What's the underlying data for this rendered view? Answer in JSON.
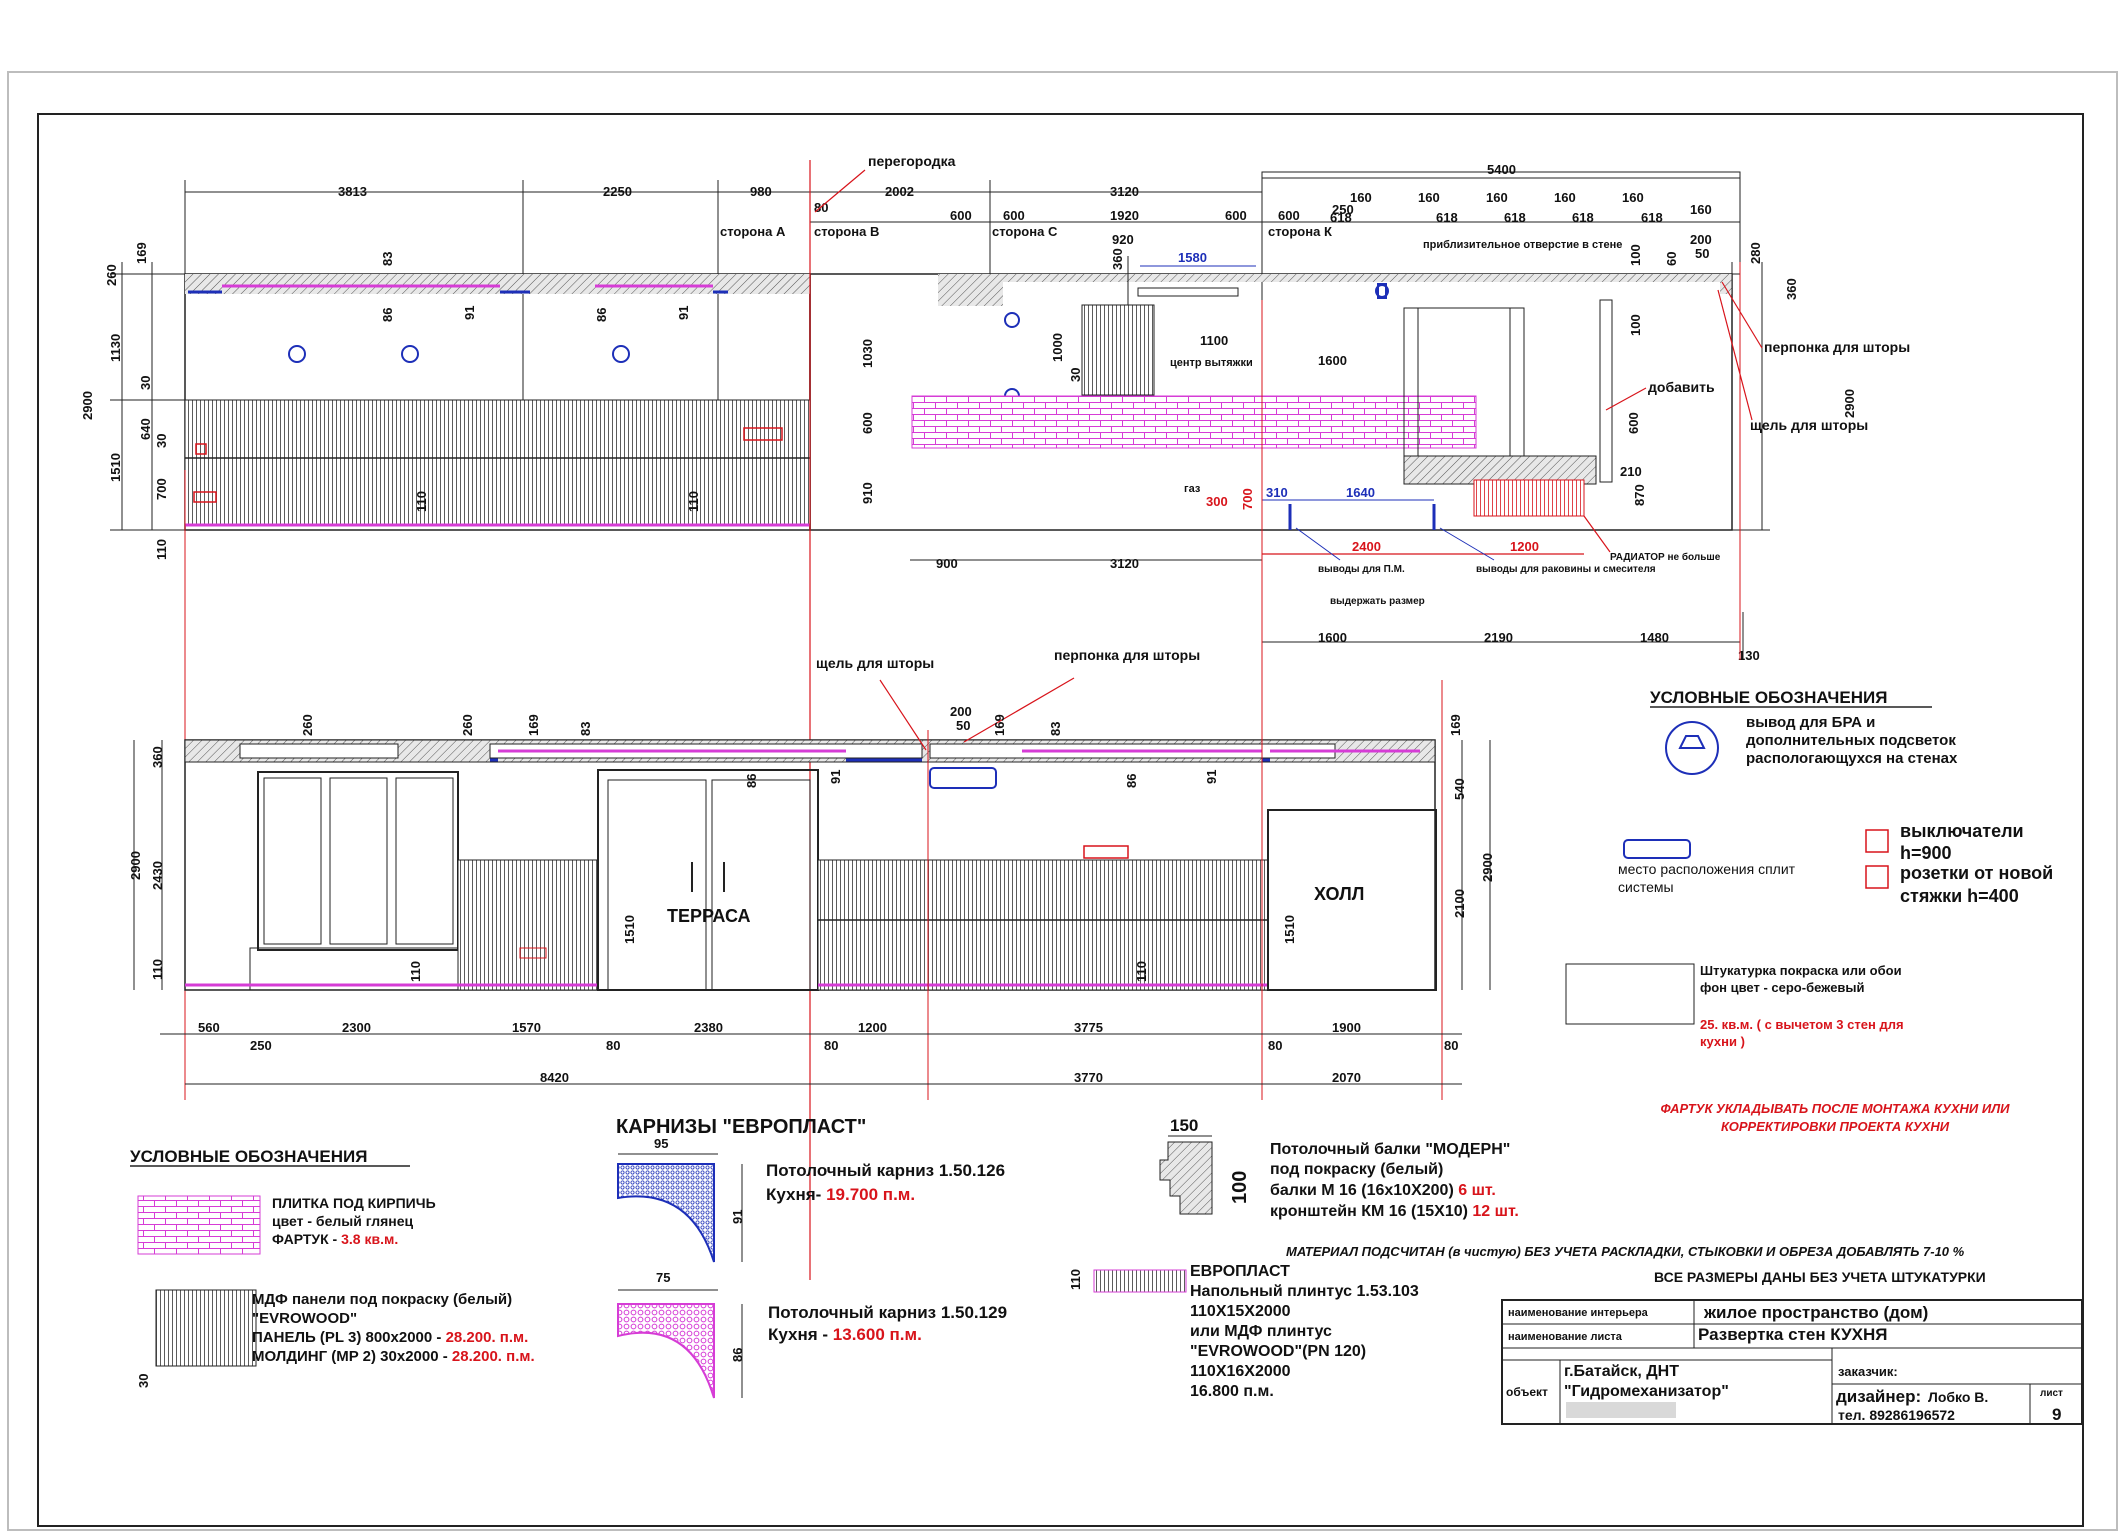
{
  "top_elevation": {
    "dims_top": [
      "3813",
      "2250",
      "980",
      "2002",
      "3120",
      "5400"
    ],
    "dims_second": [
      "80",
      "600",
      "600",
      "1920",
      "600",
      "600",
      "250",
      "618",
      "618",
      "618",
      "618",
      "618"
    ],
    "dims_160": [
      "160",
      "160",
      "160",
      "160",
      "160",
      "160"
    ],
    "side_labels": [
      "сторона А",
      "сторона В",
      "сторона С",
      "сторона К"
    ],
    "partition_label": "перегородка",
    "dims_left": [
      "260",
      "169",
      "1130",
      "2900",
      "30",
      "640",
      "30",
      "1510",
      "700",
      "110"
    ],
    "dims_misc": {
      "d83": "83",
      "d86a": "86",
      "d91a": "91",
      "d86b": "86",
      "d91b": "91",
      "d920": "920",
      "d1580": "1580",
      "d360a": "360",
      "d1100": "1100",
      "d1000": "1000",
      "d30": "30",
      "d1030": "1030",
      "d600a": "600",
      "d910": "910",
      "d1600a": "1600",
      "d600b": "600",
      "d210": "210",
      "d870": "870",
      "d100a": "100",
      "d60": "60",
      "d200": "200",
      "d50": "50",
      "d100b": "100",
      "d280": "280",
      "d360b": "360",
      "d2900r": "2900",
      "d110a": "110",
      "d110b": "110",
      "d300": "300",
      "d700": "700",
      "d310": "310",
      "d1640": "1640",
      "d2400": "2400",
      "d1200": "1200",
      "d900": "900",
      "d3120b": "3120",
      "d1600b": "1600",
      "d2190": "2190",
      "d1480": "1480",
      "d130": "130"
    },
    "notes": {
      "hole": "приблизительное отверстие в стене",
      "hood": "центр вытяжки",
      "gas": "газ",
      "pm": "выводы для П.М.",
      "sink": "выводы для раковины и смесителя",
      "keep": "выдержать размер",
      "radiator": "РАДИАТОР не больше",
      "add": "добавить",
      "rail": "перпонка для шторы",
      "slot": "щель для шторы"
    }
  },
  "bottom_elevation": {
    "notes": {
      "slot": "щель для шторы",
      "rail": "перпонка для шторы"
    },
    "rooms": {
      "terrace": "ТЕРРАСА",
      "hall": "ХОЛЛ"
    },
    "dims_top": {
      "d200": "200",
      "d50": "50",
      "d260a": "260",
      "d260b": "260",
      "d169a": "169",
      "d83a": "83",
      "d169b": "169",
      "d83b": "83",
      "d169c": "169",
      "d86a": "86",
      "d91a": "91",
      "d86b": "86",
      "d91b": "91"
    },
    "dims_left": [
      "360",
      "2900",
      "2430",
      "110"
    ],
    "dims_right": [
      "540",
      "2900",
      "2100"
    ],
    "dims_mid": {
      "d1510a": "1510",
      "d110a": "110",
      "d1510b": "1510",
      "d110b": "110"
    },
    "dims_bottom": [
      "560",
      "250",
      "2300",
      "1570",
      "80",
      "2380",
      "80",
      "1200",
      "3775",
      "80",
      "1900",
      "80"
    ],
    "dims_total": [
      "8420",
      "3770",
      "2070"
    ]
  },
  "legend_right": {
    "title": "УСЛОВНЫЕ ОБОЗНАЧЕНИЯ",
    "bra": "вывод для БРА и дополнительных подсветок распологающухся на стенах",
    "split": "место расположения сплит системы",
    "switch": "выключатели h=900",
    "socket": "розетки от новой стяжки h=400",
    "plaster_1": "Штукатурка покраска или обои фон цвет - серо-бежевый",
    "plaster_2": "25. кв.м. ( с вычетом 3 стен для кухни )",
    "apron_note": "ФАРТУК УКЛАДЫВАТЬ ПОСЛЕ МОНТАЖА КУХНИ ИЛИ КОРРЕКТИРОВКИ ПРОЕКТА КУХНИ"
  },
  "legend_left": {
    "title": "УСЛОВНЫЕ ОБОЗНАЧЕНИЯ",
    "tile_1": "ПЛИТКА ПОД КИРПИЧЬ",
    "tile_2": "цвет - белый глянец",
    "tile_3": "ФАРТУК - ",
    "tile_val": "3.8 кв.м.",
    "mdf_1": "МДФ панели под покраску (белый)",
    "mdf_2": "\"EVROWOOD\"",
    "mdf_3": "ПАНЕЛЬ (PL 3) 800х2000 - ",
    "mdf_3v": "28.200. п.м.",
    "mdf_4": "МОЛДИНГ (MP 2) 30х2000 - ",
    "mdf_4v": "28.200. п.м.",
    "mdf_dim": "30"
  },
  "cornices": {
    "title": "КАРНИЗЫ \"ЕВРОПЛАСТ\"",
    "c1_w": "95",
    "c1_h": "91",
    "c1_1": "Потолочный карниз  1.50.126",
    "c1_2": "Кухня- ",
    "c1_v": "19.700 п.м.",
    "c2_w": "75",
    "c2_h": "86",
    "c2_1": "Потолочный карниз  1.50.129",
    "c2_2": "Кухня - ",
    "c2_v": "13.600 п.м."
  },
  "beams": {
    "w": "150",
    "h": "100",
    "l1": "Потолочный балки  \"МОДЕРН\"",
    "l2": "под покраску  (белый)",
    "l3": "балки М 16 (16х10Х200) ",
    "l3v": "6 шт.",
    "l4": "кронштейн КМ  16 (15Х10) ",
    "l4v": "12 шт."
  },
  "plinth": {
    "h": "110",
    "l1": "ЕВРОПЛАСТ",
    "l2": "Напольный плинтус  1.53.103",
    "l3": "110Х15Х2000",
    "l4": "или  МДФ плинтус",
    "l5": "\"EVROWOOD\"(PN 120)",
    "l6": "110Х16Х2000",
    "l7": "16.800 п.м."
  },
  "notes_red": {
    "material": "МАТЕРИАЛ ПОДСЧИТАН (в чистую) БЕЗ УЧЕТА РАСКЛАДКИ, СТЫКОВКИ И ОБРЕЗА ДОБАВЛЯТЬ 7-10 %",
    "sizes": "ВСЕ РАЗМЕРЫ ДАНЫ БЕЗ УЧЕТА ШТУКАТУРКИ"
  },
  "stamp": {
    "interior_label": "наименование интерьера",
    "interior_value": "жилое пространство  (дом)",
    "sheet_label": "наименование листа",
    "sheet_value": "Развертка стен КУХНЯ",
    "customer_label": "заказчик:",
    "object_label": "объект",
    "object_1": "г.Батайск, ДНТ",
    "object_2": "\"Гидромеханизатор\"",
    "designer_label": "дизайнер:",
    "designer_value": "Лобко В.",
    "phone": "тел. 89286196572",
    "sheet_no_label": "лист",
    "sheet_no": "9"
  }
}
